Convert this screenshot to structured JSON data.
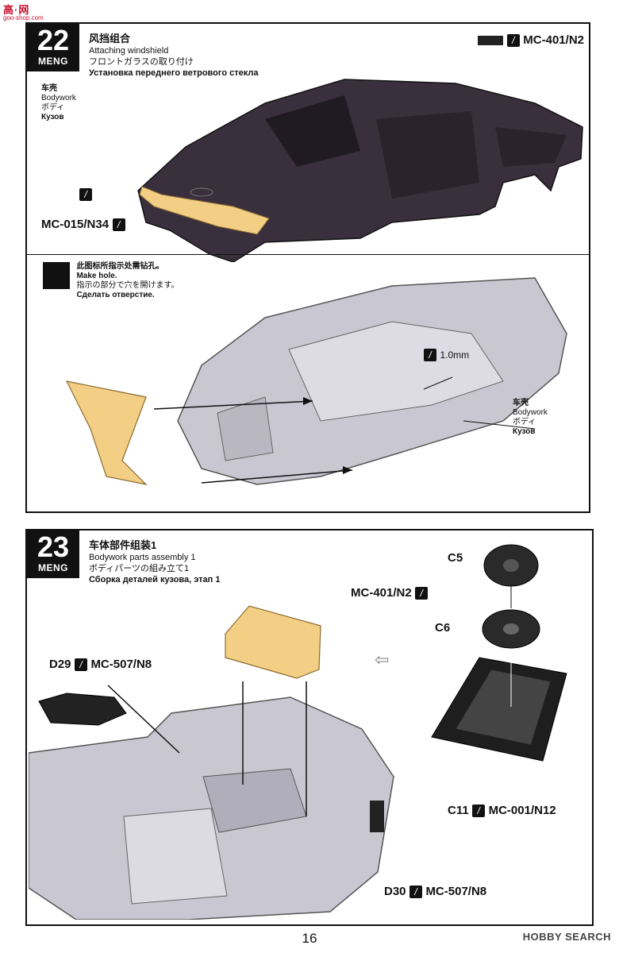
{
  "watermark": {
    "text": "高·网",
    "sub": "goo-shop.com"
  },
  "step22": {
    "number": "22",
    "brand": "MENG",
    "title_zh": "风挡组合",
    "title_en": "Attaching windshield",
    "title_ja": "フロントガラスの取り付け",
    "title_ru": "Установка переднего ветрового стекла",
    "paint": "MC-401/N2",
    "body_label": {
      "zh": "车壳",
      "en": "Bodywork",
      "ja": "ボディ",
      "ru": "Кузов"
    },
    "part_paint": "MC-015/N34",
    "hole_note": {
      "zh": "此图标所指示处需钻孔。",
      "en": "Make hole.",
      "ja": "指示の部分で穴を開けます。",
      "ru": "Сделать отверстие."
    },
    "hole_size": "1.0mm",
    "body_label2": {
      "zh": "车壳",
      "en": "Bodywork",
      "ja": "ボディ",
      "ru": "Кузов"
    }
  },
  "step23": {
    "number": "23",
    "brand": "MENG",
    "title_zh": "车体部件组装1",
    "title_en": "Bodywork parts assembly 1",
    "title_ja": "ボディパーツの組み立て1",
    "title_ru": "Сборка деталей кузова, этап 1",
    "d29": "D29",
    "d29_paint": "MC-507/N8",
    "c5": "C5",
    "c6": "C6",
    "c_paint": "MC-401/N2",
    "c11": "C11",
    "c11_paint": "MC-001/N12",
    "d30": "D30",
    "d30_paint": "MC-507/N8"
  },
  "footer": {
    "page": "16",
    "brand": "HOBBY SEARCH"
  },
  "colors": {
    "body_dark": "#3a2f3d",
    "body_grey": "#c9c7d1",
    "part_yellow": "#f3cf86",
    "black": "#111111"
  }
}
